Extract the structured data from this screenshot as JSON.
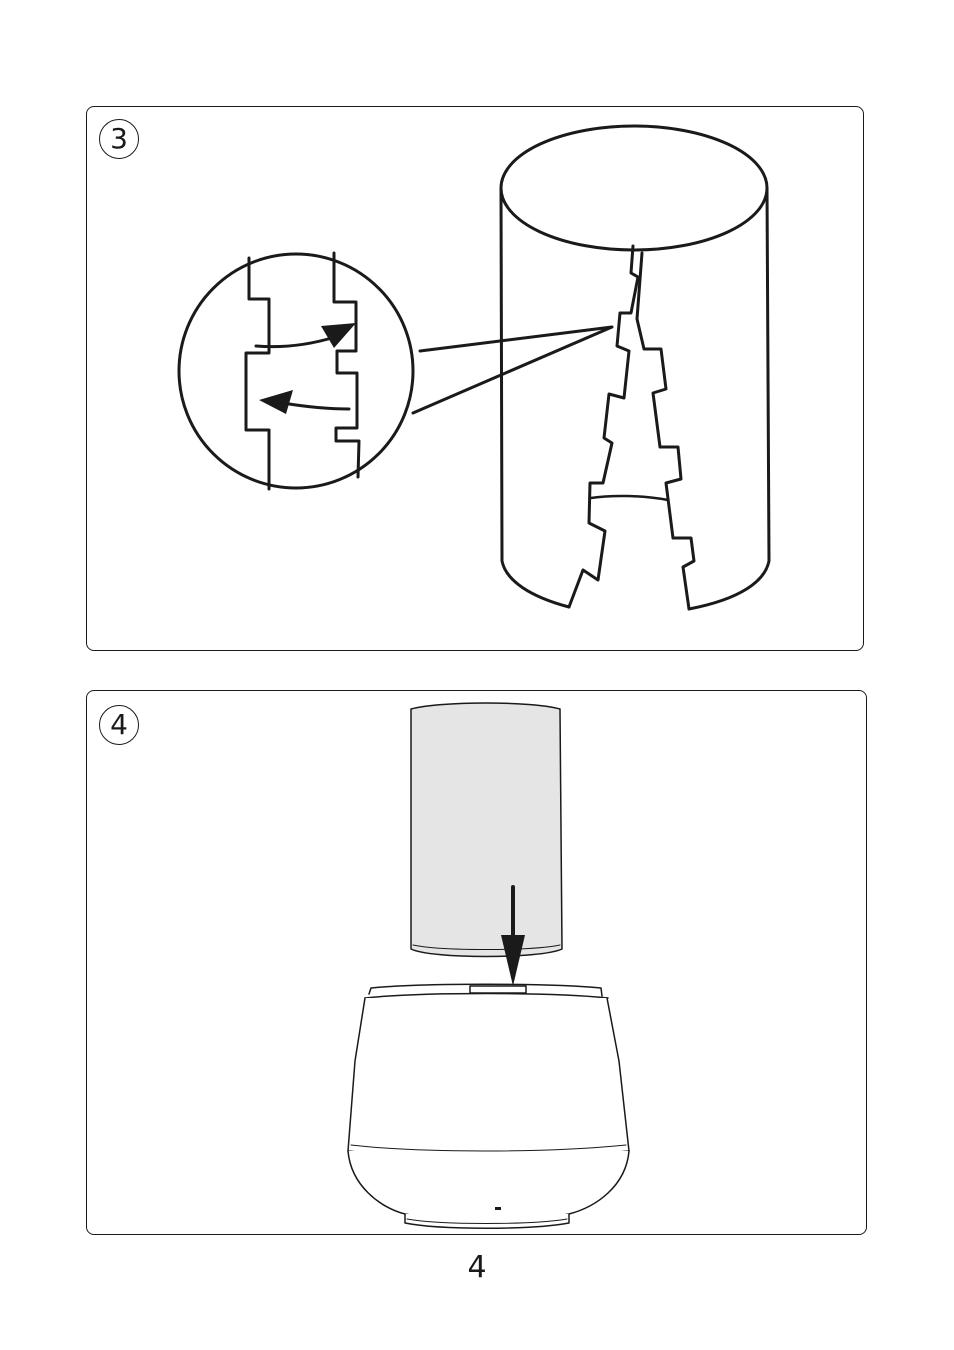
{
  "steps": [
    {
      "number": "3",
      "illustration": "shade-join-tabs-with-zoom-detail"
    },
    {
      "number": "4",
      "illustration": "place-shade-onto-base"
    }
  ],
  "page_number": "4",
  "colors": {
    "line": "#1a1a1a",
    "shade_fill": "#e5e5e5",
    "background": "#ffffff"
  }
}
